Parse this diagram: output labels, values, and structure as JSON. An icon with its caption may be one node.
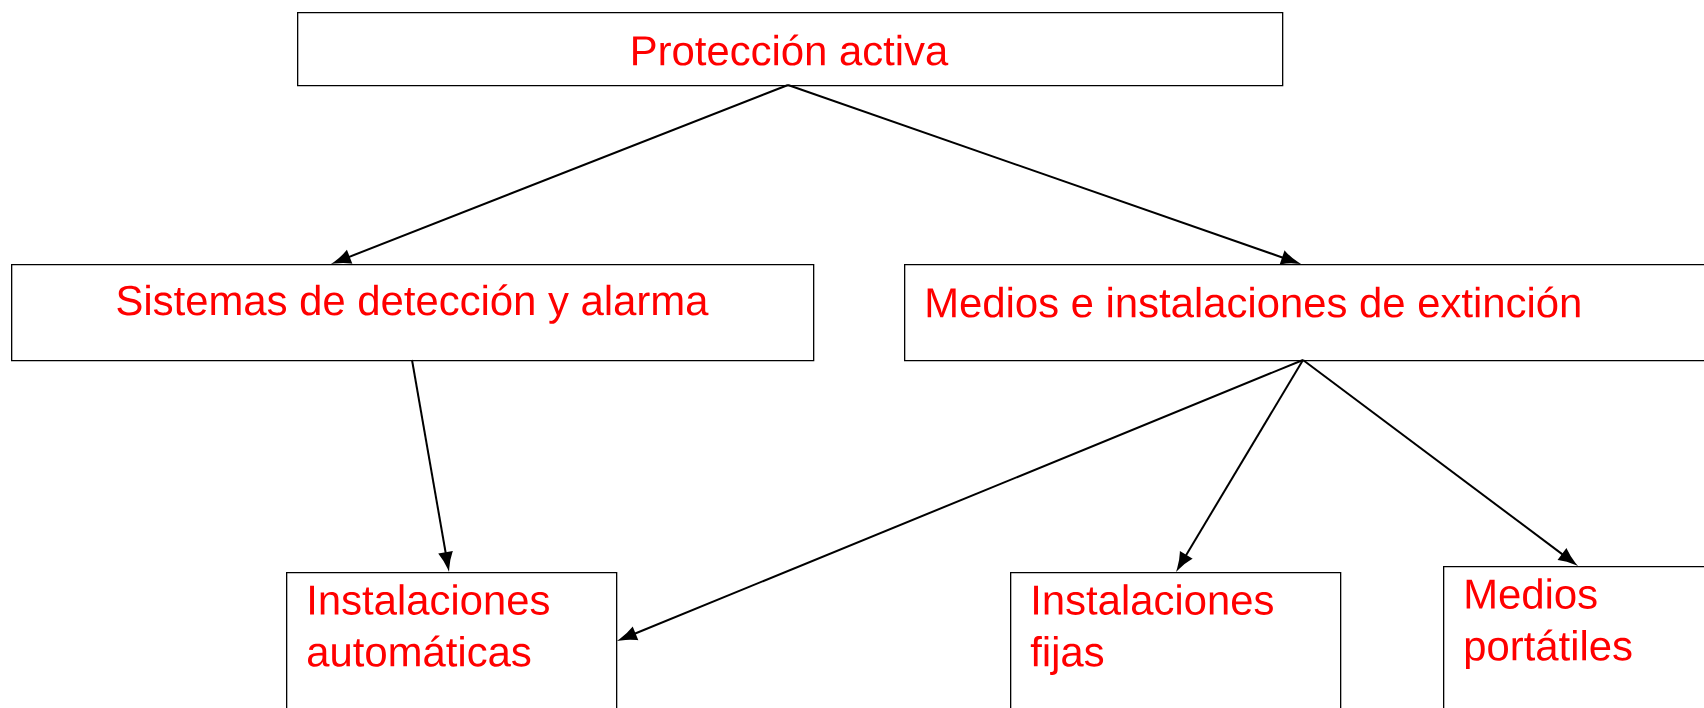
{
  "diagram": {
    "nodes": [
      {
        "text": [
          "Protección activa"
        ]
      },
      {
        "text": [
          "Sistemas de detección y alarma"
        ]
      },
      {
        "text": [
          "Medios e instalaciones de extinción"
        ]
      },
      {
        "text": [
          "Instalaciones automáticas"
        ]
      },
      {
        "text": [
          "Instalaciones fijas"
        ]
      },
      {
        "text": [
          "Medios portátiles"
        ]
      }
    ],
    "edges": [
      {
        "from": 0,
        "to": 1,
        "arrow": "to"
      },
      {
        "from": 0,
        "to": 2,
        "arrow": "to"
      },
      {
        "from": 1,
        "to": 3,
        "arrow": "to"
      },
      {
        "from": 2,
        "to": 3,
        "arrow": "to"
      },
      {
        "from": 2,
        "to": 4,
        "arrow": "to"
      },
      {
        "from": 2,
        "to": 5,
        "arrow": "to"
      }
    ]
  }
}
